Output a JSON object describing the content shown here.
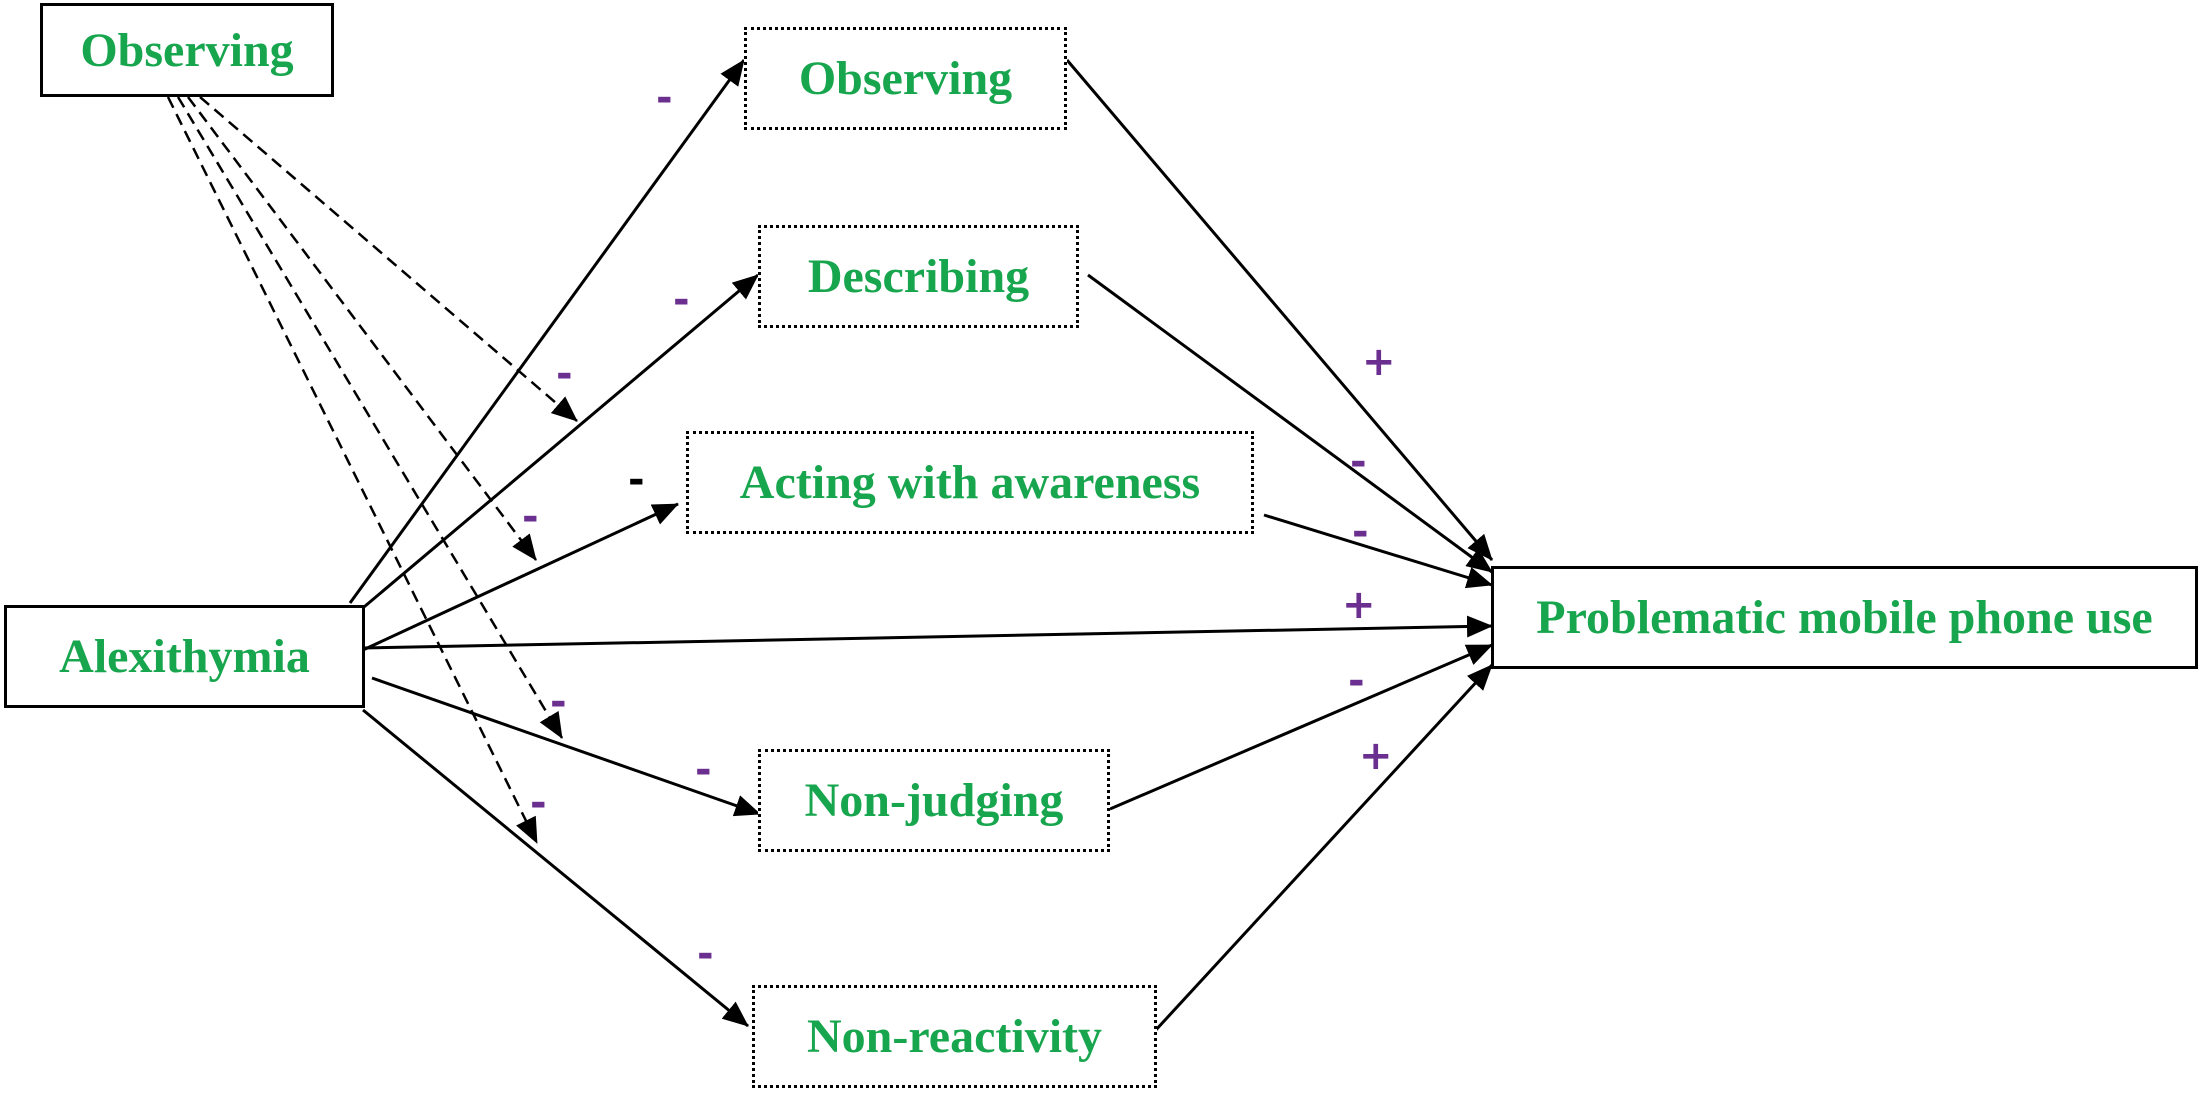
{
  "nodes": {
    "moderator_observing": "Observing",
    "alexithymia": "Alexithymia",
    "observing": "Observing",
    "describing": "Describing",
    "acting_with_awareness": "Acting with awareness",
    "non_judging": "Non-judging",
    "non_reactivity": "Non-reactivity",
    "problematic_mobile_phone_use": "Problematic mobile phone use"
  },
  "signs": {
    "alex_to_observing": "-",
    "alex_to_describing": "-",
    "alex_to_acting": "-",
    "alex_to_nonjudging": "-",
    "alex_to_nonreactivity": "-",
    "mod_1": "-",
    "mod_2": "-",
    "mod_3": "-",
    "mod_4": "-",
    "observing_to_pmpu": "+",
    "describing_to_pmpu": "-",
    "acting_to_pmpu": "-",
    "alex_to_pmpu": "+",
    "nonjudging_to_pmpu": "-",
    "nonreactivity_to_pmpu": "+"
  },
  "colors": {
    "node_text": "#17a54e",
    "sign": "#6b2f8f",
    "lines": "#000000"
  }
}
